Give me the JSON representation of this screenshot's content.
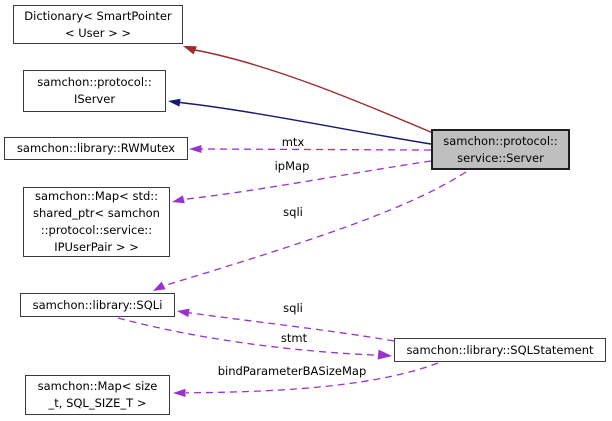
{
  "diagram": {
    "focus_class": "samchon::protocol::service::Server",
    "nodes": {
      "dictionary": {
        "lines": [
          "Dictionary< SmartPointer",
          "< User > >"
        ]
      },
      "iserver": {
        "lines": [
          "samchon::protocol::",
          "IServer"
        ]
      },
      "rwmutex": {
        "lines": [
          "samchon::library::RWMutex"
        ]
      },
      "ip_user_pair_map": {
        "lines": [
          "samchon::Map< std::",
          "shared_ptr< samchon",
          "::protocol::service::",
          "IPUserPair > >"
        ]
      },
      "sqli": {
        "lines": [
          "samchon::library::SQLi"
        ]
      },
      "sql_size_map": {
        "lines": [
          "samchon::Map< size",
          "_t, SQL_SIZE_T >"
        ]
      },
      "sql_statement": {
        "lines": [
          "samchon::library::SQLStatement"
        ]
      },
      "server": {
        "lines": [
          "samchon::protocol::",
          "service::Server"
        ]
      }
    },
    "edges": [
      {
        "from": "samchon::protocol::service::Server",
        "to": "Dictionary< SmartPointer< User > >",
        "kind": "private-inheritance",
        "style": "solid",
        "label": ""
      },
      {
        "from": "samchon::protocol::service::Server",
        "to": "samchon::protocol::IServer",
        "kind": "public-inheritance",
        "style": "solid",
        "label": ""
      },
      {
        "from": "samchon::protocol::service::Server",
        "to": "samchon::library::RWMutex",
        "kind": "usage",
        "style": "dashed",
        "label": "mtx"
      },
      {
        "from": "samchon::protocol::service::Server",
        "to": "samchon::Map< std::shared_ptr< samchon::protocol::service::IPUserPair > >",
        "kind": "usage",
        "style": "dashed",
        "label": "ipMap"
      },
      {
        "from": "samchon::protocol::service::Server",
        "to": "samchon::library::SQLi",
        "kind": "usage",
        "style": "dashed",
        "label": "sqli"
      },
      {
        "from": "samchon::library::SQLStatement",
        "to": "samchon::library::SQLi",
        "kind": "usage",
        "style": "dashed",
        "label": "sqli"
      },
      {
        "from": "samchon::library::SQLi",
        "to": "samchon::library::SQLStatement",
        "kind": "usage",
        "style": "dashed",
        "label": "stmt"
      },
      {
        "from": "samchon::library::SQLStatement",
        "to": "samchon::Map< size_t, SQL_SIZE_T >",
        "kind": "usage",
        "style": "dashed",
        "label": "bindParameterBASizeMap"
      }
    ],
    "colors": {
      "usage_edge": "#9a32cd",
      "public_inheritance_edge": "#191970",
      "private_inheritance_edge": "#9b2b2b",
      "node_border": "#3a3a3a",
      "node_fill": "#ffffff",
      "focus_node_fill": "#bfbfbf",
      "background": "#ffffff"
    }
  }
}
